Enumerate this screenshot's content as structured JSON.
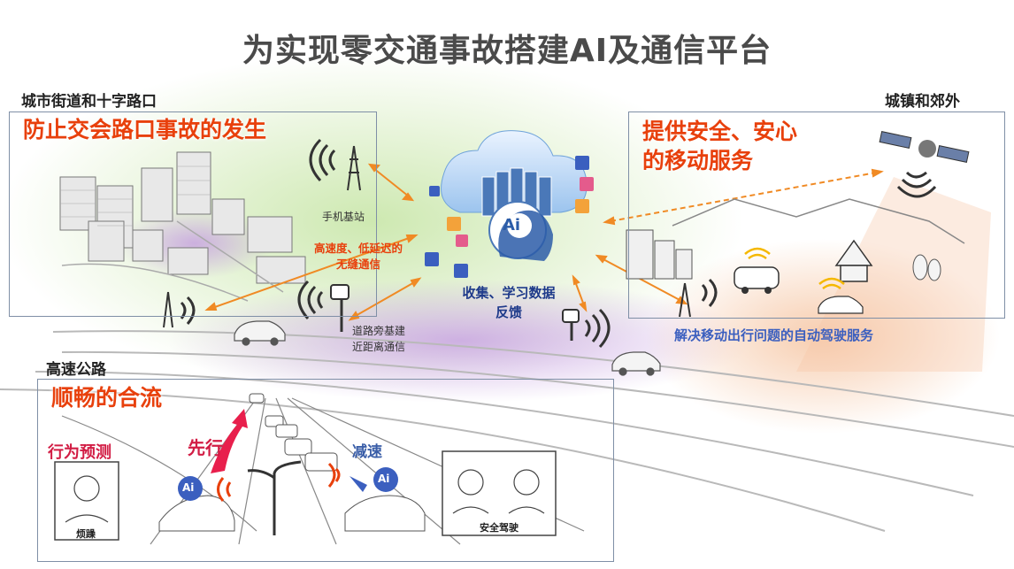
{
  "title": "为实现零交通事故搭建AI及通信平台",
  "city": {
    "section_label": "城市街道和十字路口",
    "headline": "防止交会路口事故的发生",
    "base_station_label": "手机基站",
    "link_line1": "高速度、低延迟的",
    "link_line2": "无缝通信"
  },
  "suburb": {
    "section_label": "城镇和郊外",
    "headline_line1": "提供安全、安心",
    "headline_line2": "的移动服务",
    "service_text": "解决移动出行问题的自动驾驶服务"
  },
  "center": {
    "ai_text": "Ai",
    "collect_line1": "收集、学习数据",
    "collect_line2": "反馈",
    "roadside_line1": "道路旁基建",
    "roadside_line2": "近距离通信"
  },
  "highway": {
    "section_label": "高速公路",
    "headline": "顺畅的合流",
    "behavior_label": "行为预测",
    "priority_label": "先行",
    "decel_label": "减速",
    "irritated_caption": "烦躁",
    "safe_caption": "安全驾驶",
    "ai_text": "Ai"
  },
  "colors": {
    "headline": "#e8400c",
    "blue_text": "#1e3a8a",
    "red_label": "#d21c44",
    "arrow_orange": "#f08a24",
    "green_zone": "#c8e6a8",
    "purple_zone": "#c7a3e0",
    "orange_zone": "#f6c7a5"
  }
}
